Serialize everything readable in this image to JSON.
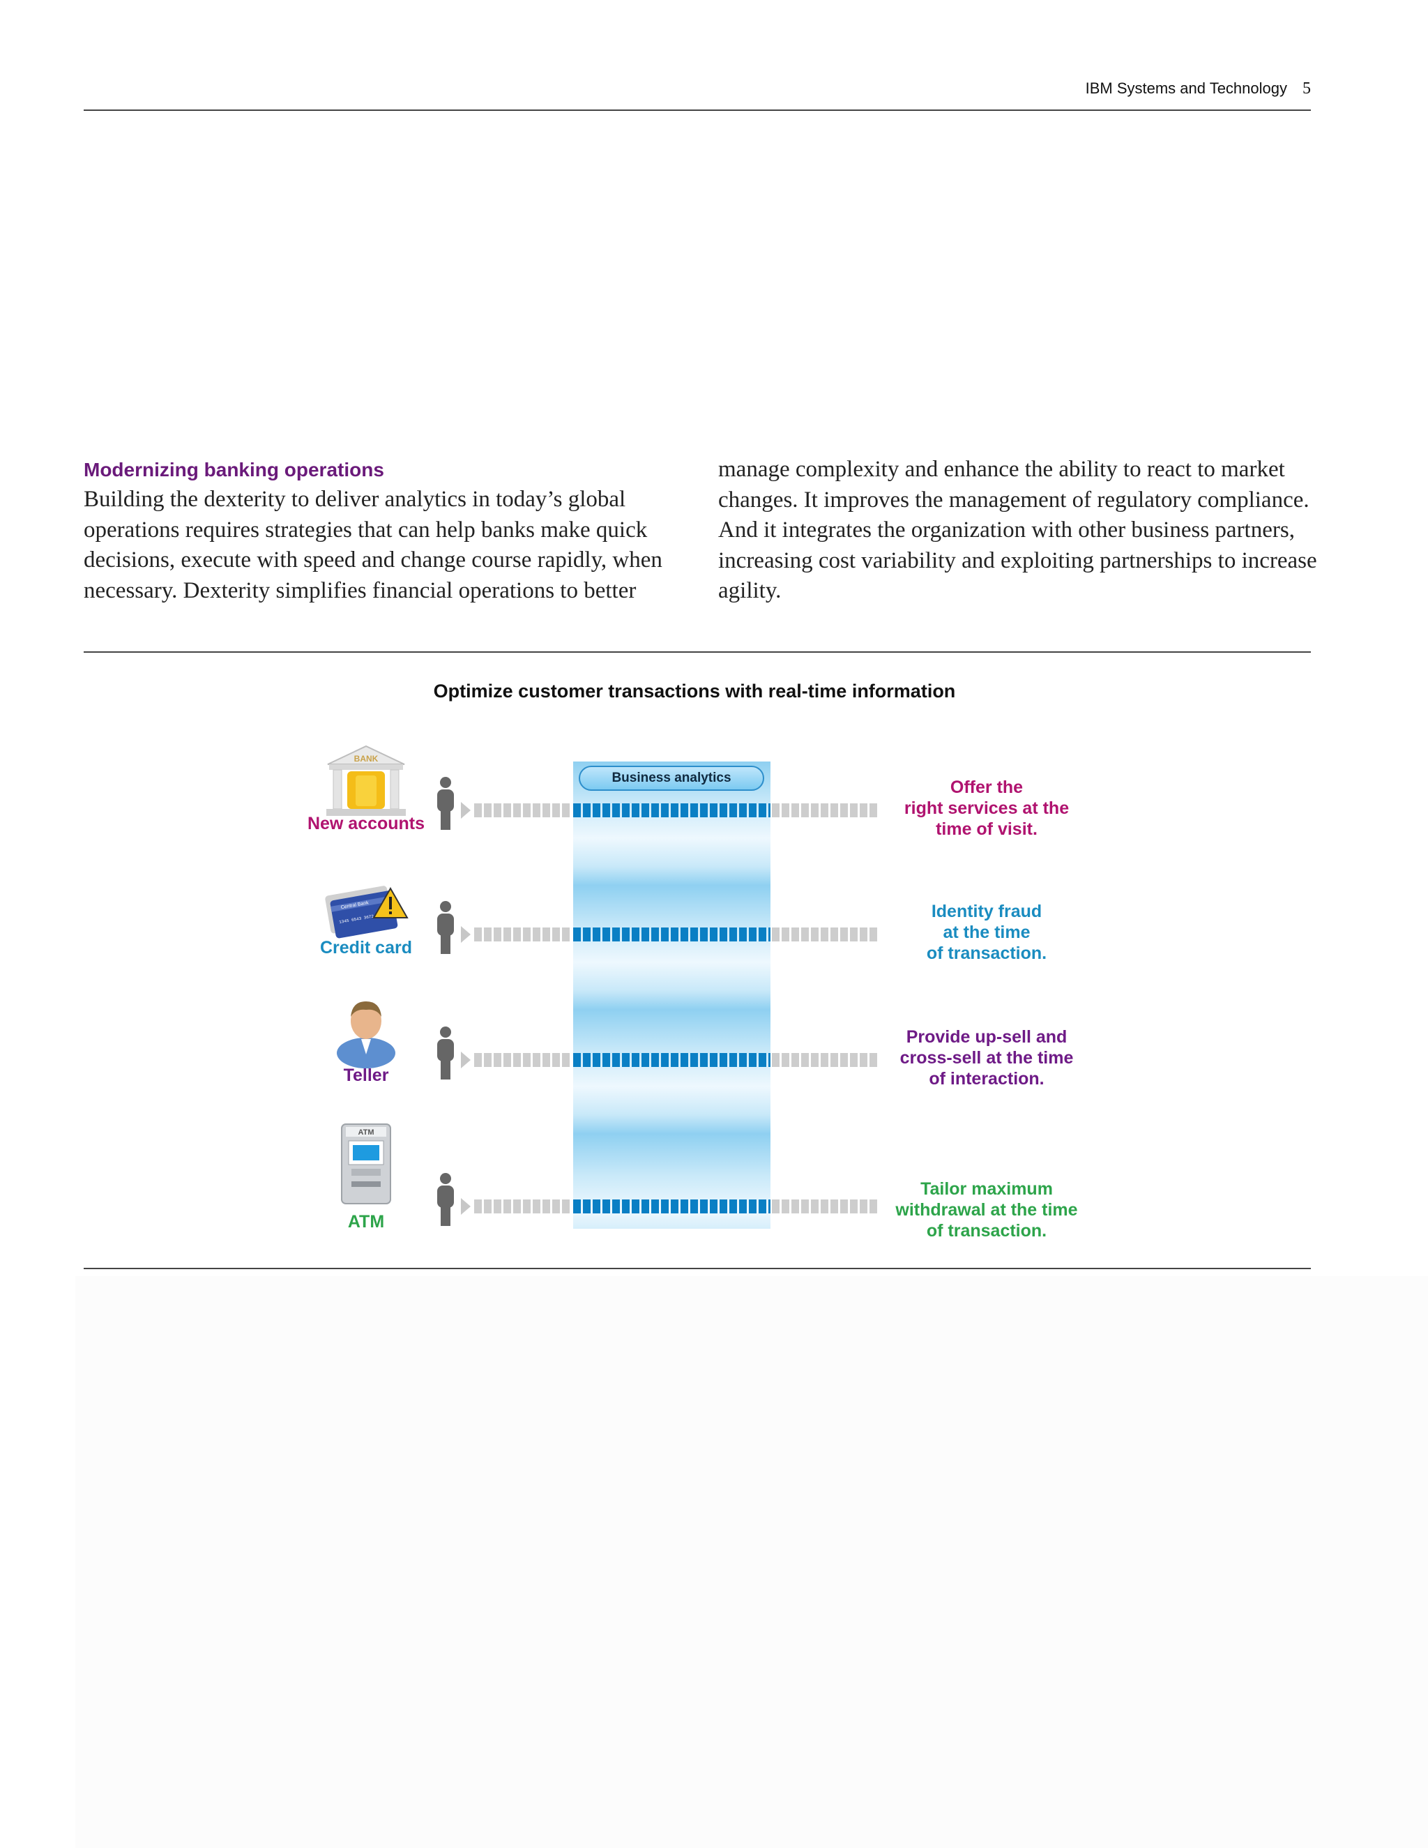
{
  "header": {
    "title": "IBM Systems and Technology",
    "page_number": "5"
  },
  "article": {
    "heading": "Modernizing banking operations",
    "col1_text": "Building the dexterity to deliver analytics in today’s global operations requires strategies that can help banks make quick decisions, execute with speed and change course rapidly, when necessary. Dexterity simplifies financial operations to better",
    "col2_text": "manage complexity and enhance the ability to react to market changes. It improves the management of regulatory compliance. And it integrates the organization with other business partners, increasing cost variability and exploiting partnerships to increase agility."
  },
  "diagram": {
    "title": "Optimize customer transactions with real-time information",
    "center_label": "Business analytics",
    "bank_sign": "BANK",
    "atm_sign": "ATM",
    "card_bank": "Central Bank",
    "card_number": "1345 6543 3672 1789",
    "rows": [
      {
        "channel": "New accounts",
        "outcome": "Offer the\nright services at the\ntime of visit.",
        "color": "#b0136f",
        "icon": "bank-icon"
      },
      {
        "channel": "Credit card",
        "outcome": "Identity fraud\nat the time\nof transaction.",
        "color": "#1a8cc0",
        "icon": "credit-card-warning-icon"
      },
      {
        "channel": "Teller",
        "outcome": "Provide up-sell and\ncross-sell at the time\nof interaction.",
        "color": "#6e1a86",
        "icon": "teller-icon"
      },
      {
        "channel": "ATM",
        "outcome": "Tailor maximum\nwithdrawal at the time\nof transaction.",
        "color": "#2da44a",
        "icon": "atm-icon"
      }
    ]
  }
}
